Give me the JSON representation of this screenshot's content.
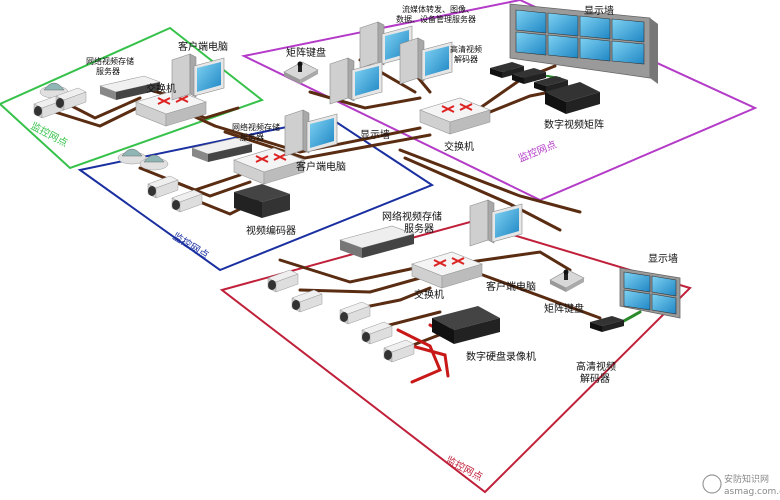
{
  "zones": {
    "green": {
      "label": "监控网点",
      "color": "#36c24a"
    },
    "blue": {
      "label": "监控网点",
      "color": "#1a2fa0"
    },
    "purple": {
      "label": "监控网点",
      "color": "#b43bc8"
    },
    "red": {
      "label": "监控网点",
      "color": "#c0203a"
    }
  },
  "labels": {
    "green_client_pc": "客户端电脑",
    "green_nvs_1": "网络视频存储",
    "green_nvs_2": "服务器",
    "green_switch": "交换机",
    "blue_nvs_1": "网络视频存储",
    "blue_nvs_2": "服务器",
    "blue_client_pc": "客户端电脑",
    "blue_encoder": "视频编码器",
    "display_wall_mid": "显示墙",
    "purple_streaming_1": "流媒体转发、图像、",
    "purple_streaming_2": "数据、设备管理服务器",
    "purple_display_wall": "显示墙",
    "purple_keyboard": "矩阵键盘",
    "purple_hd_decoder_1": "高清视频",
    "purple_hd_decoder_2": "解码器",
    "purple_matrix": "数字视频矩阵",
    "purple_switch": "交换机",
    "red_nvs_1": "网络视频存储",
    "red_nvs_2": "服务器",
    "red_client_pc": "客户端电脑",
    "red_switch": "交换机",
    "red_keyboard": "矩阵键盘",
    "red_dvr": "数字硬盘录像机",
    "red_display_wall": "显示墙",
    "red_hd_decoder_1": "高清视频",
    "red_hd_decoder_2": "解码器"
  },
  "watermark": {
    "text_cn": "安防知识网",
    "text_en": "asmag.com.cn"
  },
  "colors": {
    "cable": "#5a2c12",
    "cable_red": "#c91818",
    "screen": "#3aa8d8",
    "device": "#d9d9d9"
  }
}
